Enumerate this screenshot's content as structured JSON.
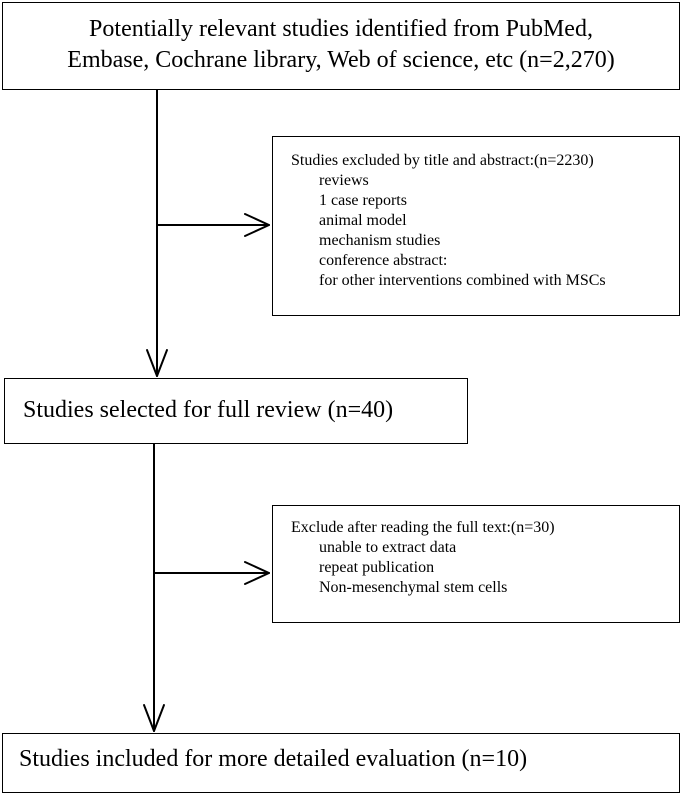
{
  "flow": {
    "identified": {
      "line1": "Potentially relevant studies identified from PubMed,",
      "line2": "Embase, Cochrane library, Web of science, etc (n=2,270)"
    },
    "excluded_title_abstract": {
      "heading": "Studies excluded by title and abstract:(n=2230)",
      "reasons": [
        "reviews",
        "1 case reports",
        "animal model",
        "mechanism studies",
        "conference abstract:",
        "for other interventions combined with MSCs"
      ]
    },
    "full_review": {
      "label": "Studies selected for full review (n=40)"
    },
    "excluded_full_text": {
      "heading": "Exclude after reading the full text:(n=30)",
      "reasons": [
        "unable to extract data",
        "repeat publication",
        "Non-mesenchymal stem cells"
      ]
    },
    "included": {
      "label": "Studies included for more detailed evaluation (n=10)"
    }
  }
}
